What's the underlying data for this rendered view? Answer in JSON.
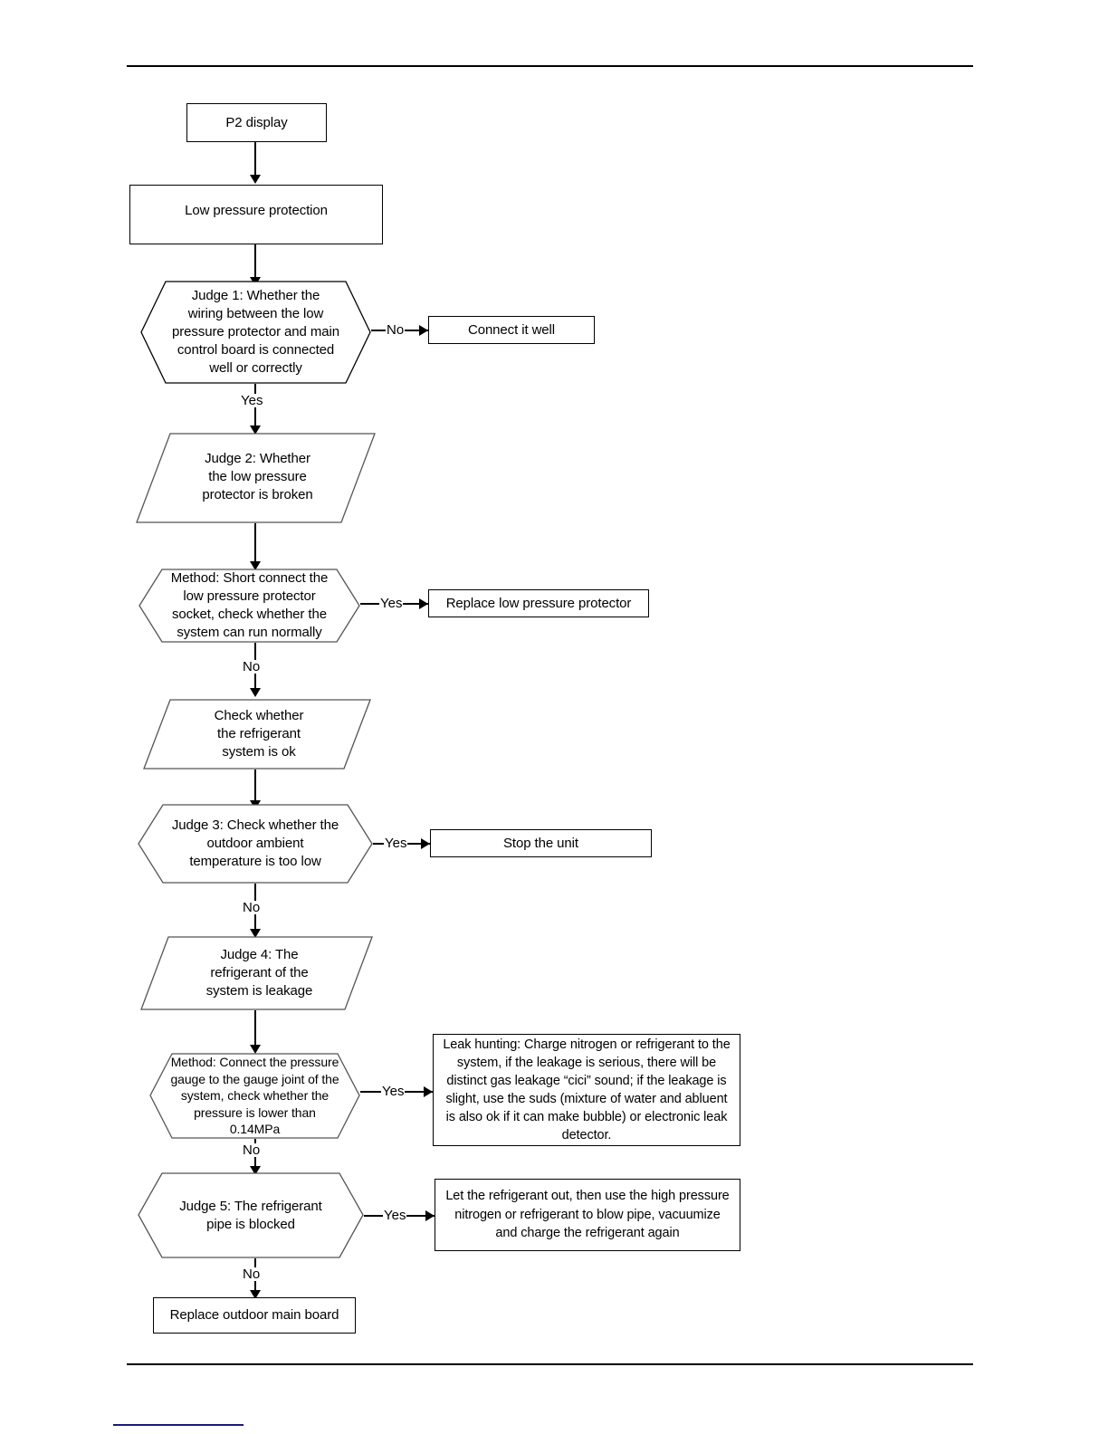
{
  "document": {
    "type": "troubleshooting-flowchart",
    "title": "P2 display / Low pressure protection flowchart"
  },
  "flowchart": {
    "nodes": {
      "start": {
        "shape": "rectangle",
        "label": "P2 display"
      },
      "fault": {
        "shape": "rectangle",
        "label": "Low pressure protection"
      },
      "judge1": {
        "shape": "hexagon",
        "label": "Judge 1: Whether  the\nwiring between the low\npressure protector and main\ncontrol board is connected\nwell or correctly"
      },
      "connect_well": {
        "shape": "rectangle",
        "label": "Connect it well"
      },
      "judge2": {
        "shape": "parallelogram",
        "label": "Judge 2: Whether\nthe low pressure\nprotector is broken"
      },
      "method1": {
        "shape": "hexagon",
        "label": "Method: Short connect the\nlow pressure protector\nsocket, check whether the\nsystem can run normally"
      },
      "replace_protector": {
        "shape": "rectangle",
        "label": "Replace low pressure protector"
      },
      "check_refrigerant": {
        "shape": "parallelogram",
        "label": "Check whether\nthe refrigerant\nsystem is ok"
      },
      "judge3": {
        "shape": "hexagon",
        "label": "Judge 3: Check whether the\noutdoor ambient\ntemperature is too low"
      },
      "stop_unit": {
        "shape": "rectangle",
        "label": "Stop the unit"
      },
      "judge4": {
        "shape": "parallelogram",
        "label": "Judge 4: The\nrefrigerant of the\nsystem is leakage"
      },
      "method2": {
        "shape": "hexagon",
        "label": "Method: Connect the pressure\ngauge to the gauge joint of the\nsystem, check whether the\npressure is lower than\n0.14MPa"
      },
      "leak_hunting": {
        "shape": "rectangle",
        "label": "Leak hunting: Charge nitrogen or refrigerant to the system, if the leakage is serious, there will be distinct gas leakage “cici” sound; if the leakage is slight, use the suds (mixture of water and abluent is also ok if it can make bubble) or electronic leak detector."
      },
      "judge5": {
        "shape": "hexagon",
        "label": "Judge 5: The refrigerant\npipe is blocked"
      },
      "blow_pipe": {
        "shape": "rectangle",
        "label": "Let the refrigerant out, then use the high pressure nitrogen or refrigerant to blow pipe, vacuumize and charge the refrigerant again"
      },
      "replace_board": {
        "shape": "rectangle",
        "label": "Replace outdoor main board"
      }
    },
    "edge_labels": {
      "judge1_no": "No",
      "judge1_yes": "Yes",
      "method1_yes": "Yes",
      "method1_no": "No",
      "judge3_yes": "Yes",
      "judge3_no": "No",
      "method2_yes": "Yes",
      "method2_no": "No",
      "judge5_yes": "Yes",
      "judge5_no": "No"
    },
    "colors": {
      "line": "#000000",
      "fill": "#ffffff",
      "footer_rule": "#1a1a7a"
    }
  }
}
